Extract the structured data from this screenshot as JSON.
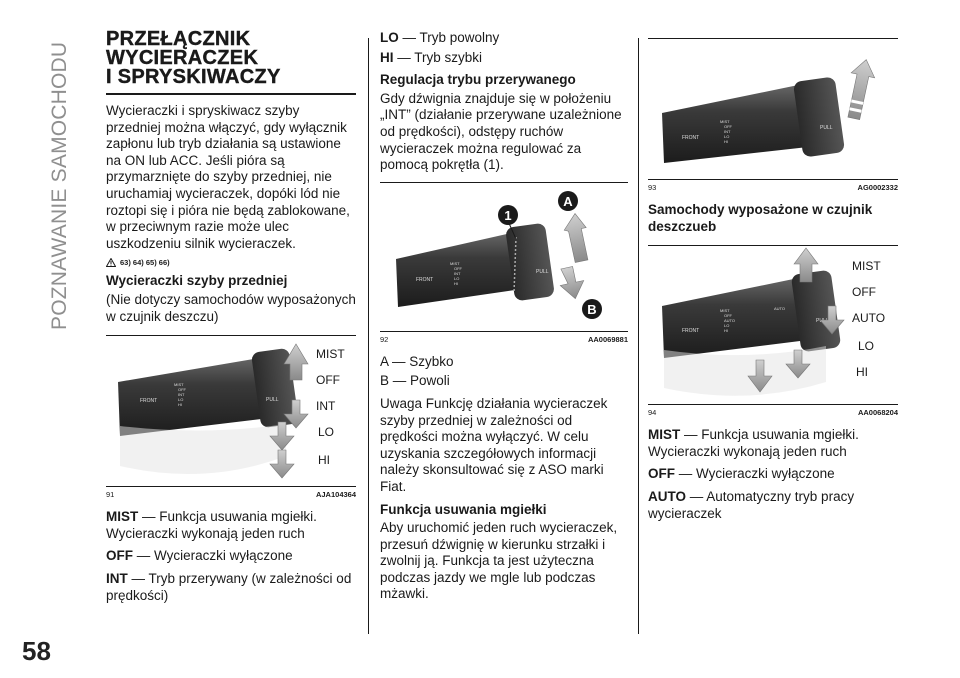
{
  "side_title": "POZNAWANIE SAMOCHODU",
  "page_number": "58",
  "section": {
    "title_lines": [
      "PRZEŁĄCZNIK",
      "WYCIERACZEK",
      "I SPRYSKIWACZY"
    ],
    "intro": "Wycieraczki i spryskiwacz szyby przedniej można włączyć, gdy wyłącznik zapłonu lub tryb działania są ustawione na ON lub ACC. Jeśli pióra są przymarznięte do szyby przedniej, nie uruchamiaj wycieraczek, dopóki lód nie roztopi się i pióra nie będą zablokowane, w przeciwnym razie może ulec uszkodzeniu silnik wycieraczek.",
    "warning_refs": "63) 64) 65) 66)"
  },
  "front_wipers": {
    "heading": "Wycieraczki szyby przedniej",
    "subheading": "(Nie dotyczy samochodów wyposażonych w czujnik deszczu)"
  },
  "figures": {
    "f91": {
      "num": "91",
      "code": "AJA104364",
      "labels": [
        "MIST",
        "OFF",
        "INT",
        "LO",
        "HI"
      ],
      "stalk_text": [
        "FRONT",
        "MIST",
        "OFF",
        "INT",
        "LO",
        "HI",
        "PULL"
      ]
    },
    "f92": {
      "num": "92",
      "code": "AA0069881",
      "callouts": [
        "1",
        "A",
        "B"
      ],
      "stalk_text": [
        "FRONT",
        "MIST",
        "OFF",
        "INT",
        "LO",
        "HI",
        "PULL"
      ]
    },
    "f93": {
      "num": "93",
      "code": "AG0002332",
      "stalk_text": [
        "FRONT",
        "MIST",
        "OFF",
        "INT",
        "LO",
        "HI",
        "PULL"
      ]
    },
    "f94": {
      "num": "94",
      "code": "AA0068204",
      "labels": [
        "MIST",
        "OFF",
        "AUTO",
        "LO",
        "HI"
      ],
      "stalk_text": [
        "FRONT",
        "MIST",
        "OFF",
        "AUTO",
        "LO",
        "HI",
        "AUTO",
        "PULL"
      ]
    }
  },
  "col1_modes": [
    {
      "key": "MIST",
      "text": " — Funkcja usuwania mgiełki. Wycieraczki wykonają jeden ruch"
    },
    {
      "key": "OFF",
      "text": " — Wycieraczki wyłączone"
    },
    {
      "key": "INT",
      "text": " — Tryb przerywany (w zależności od prędkości)"
    }
  ],
  "col2_modes": [
    {
      "key": "LO",
      "text": " — Tryb powolny"
    },
    {
      "key": "HI",
      "text": " — Tryb szybki"
    }
  ],
  "interval": {
    "heading": "Regulacja trybu przerywanego",
    "text": "Gdy dźwignia znajduje się w położeniu „INT” (działanie przerywane uzależnione od prędkości), odstępy ruchów wycieraczek można regulować za pomocą pokrętła (1)."
  },
  "ab": {
    "a": "A — Szybko",
    "b": "B — Powoli"
  },
  "note": "Uwaga Funkcję działania wycieraczek szyby przedniej w zależności od prędkości można wyłączyć. W celu uzyskania szczegółowych informacji należy skonsultować się z ASO marki Fiat.",
  "mist_function": {
    "heading": "Funkcja usuwania mgiełki",
    "text": "Aby uruchomić jeden ruch wycieraczek, przesuń dźwignię w kierunku strzałki i zwolnij ją. Funkcja ta jest użyteczna podczas jazdy we mgle lub podczas mżawki."
  },
  "rain_sensor": {
    "heading": "Samochody wyposażone w czujnik deszczueb"
  },
  "col3_modes": [
    {
      "key": "MIST",
      "text": " — Funkcja usuwania mgiełki. Wycieraczki wykonają jeden ruch"
    },
    {
      "key": "OFF",
      "text": " — Wycieraczki wyłączone"
    },
    {
      "key": "AUTO",
      "text": " — Automatyczny tryb pracy wycieraczek"
    }
  ]
}
